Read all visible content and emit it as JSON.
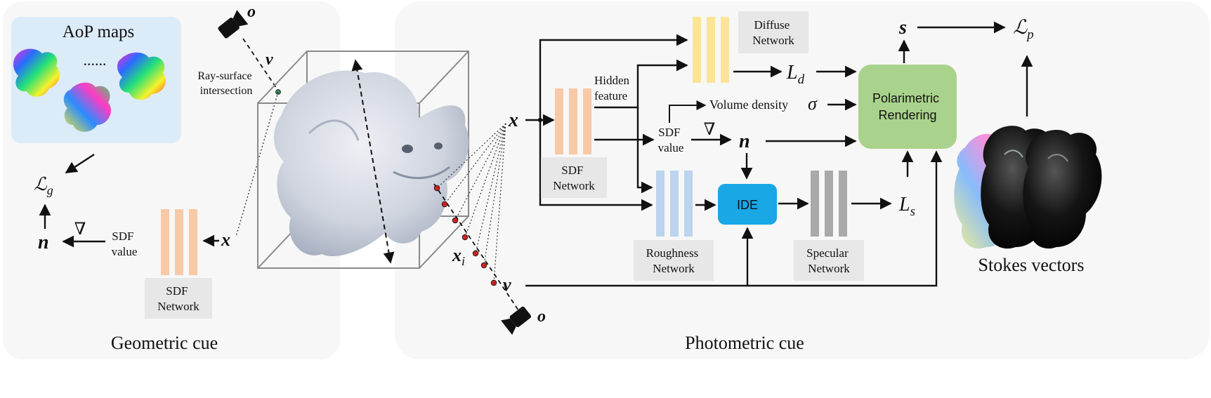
{
  "panels": {
    "geometric": {
      "caption": "Geometric cue"
    },
    "photometric": {
      "caption": "Photometric cue"
    }
  },
  "aop": {
    "title": "AoP maps",
    "dots": "......"
  },
  "labels": {
    "ray_surface": [
      "Ray-surface",
      "intersection"
    ],
    "hidden_feature": [
      "Hidden",
      "feature"
    ],
    "volume_density": "Volume density",
    "sigma": "σ",
    "sdf_value": [
      "SDF",
      "value"
    ],
    "nabla": "∇",
    "stokes_vectors": "Stokes vectors"
  },
  "symbols": {
    "o": "o",
    "v": "v",
    "x": "x",
    "x_i": "x",
    "x_i_sub": "i",
    "n": "n",
    "s": "s",
    "L": "L",
    "L_sub_d": "d",
    "L_sub_s": "s",
    "Lcal": "ℒ",
    "Lcal_sub_g": "g",
    "Lcal_sub_p": "p"
  },
  "networks": {
    "sdf_left": [
      "SDF",
      "Network"
    ],
    "sdf_right": [
      "SDF",
      "Network"
    ],
    "diffuse": [
      "Diffuse",
      "Network"
    ],
    "roughness": [
      "Roughness",
      "Network"
    ],
    "specular": [
      "Specular",
      "Network"
    ]
  },
  "blocks": {
    "ide": "IDE",
    "polarimetric": [
      "Polarimetric",
      "Rendering"
    ]
  },
  "colors": {
    "sdf": "#f7c9a6",
    "diffuse": "#fbe39a",
    "roughness": "#bcd4ee",
    "specular": "#a9a9a9",
    "ide": "#1aa7e6",
    "polarimetric": "#a9d38c",
    "panel_bg": "#f7f7f7",
    "aop_bg": "#dcebf8",
    "label_bg": "#e7e7e7"
  }
}
